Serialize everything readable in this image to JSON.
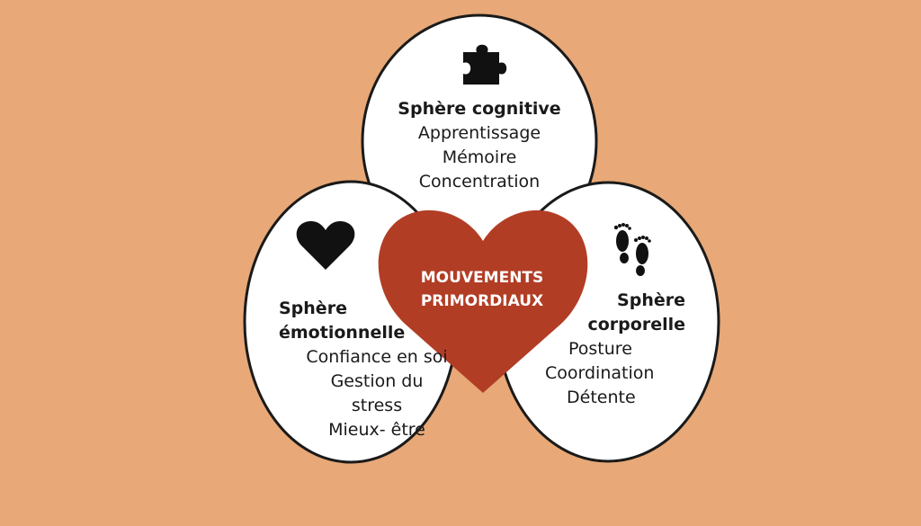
{
  "colors": {
    "background": "#e8a877",
    "circle_fill": "#ffffff",
    "circle_stroke": "#1a1a1a",
    "heart": "#b23d25",
    "icon": "#111111"
  },
  "center": {
    "line1": "MOUVEMENTS",
    "line2": "PRIMORDIAUX"
  },
  "spheres": {
    "cognitive": {
      "icon": "puzzle-piece-icon",
      "title": "Sphère cognitive",
      "items": [
        "Apprentissage",
        "Mémoire",
        "Concentration"
      ]
    },
    "emotional": {
      "icon": "heart-icon",
      "title_line1": "Sphère",
      "title_line2": "émotionnelle",
      "items": [
        "Confiance en soi",
        "Gestion du stress",
        "Mieux- être"
      ]
    },
    "bodily": {
      "icon": "footprints-icon",
      "title_line1": "Sphère",
      "title_line2": "corporelle",
      "items": [
        "Posture",
        "Coordination",
        "Détente"
      ]
    }
  }
}
